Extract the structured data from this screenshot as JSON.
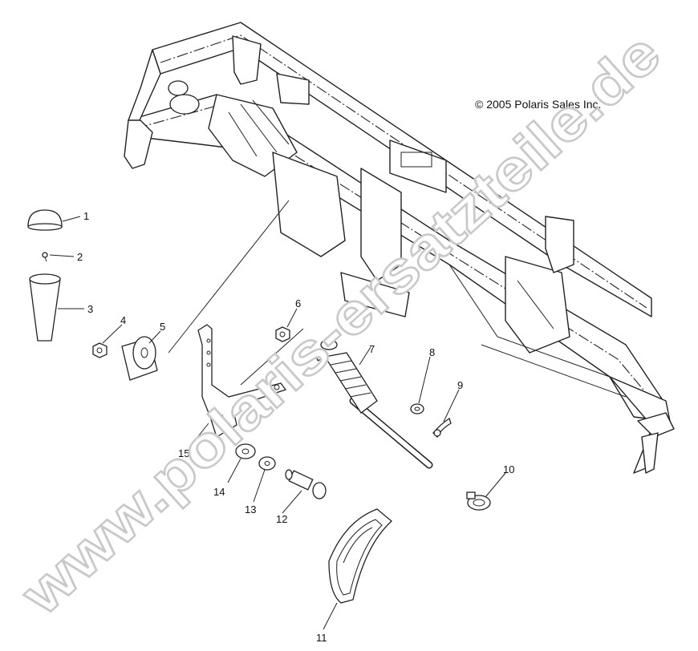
{
  "copyright": "© 2005 Polaris Sales Inc.",
  "watermark": "www.polaris-ersatzteile.de",
  "callouts": [
    "1",
    "2",
    "3",
    "4",
    "5",
    "6",
    "7",
    "8",
    "9",
    "10",
    "11",
    "12",
    "13",
    "14",
    "15"
  ]
}
